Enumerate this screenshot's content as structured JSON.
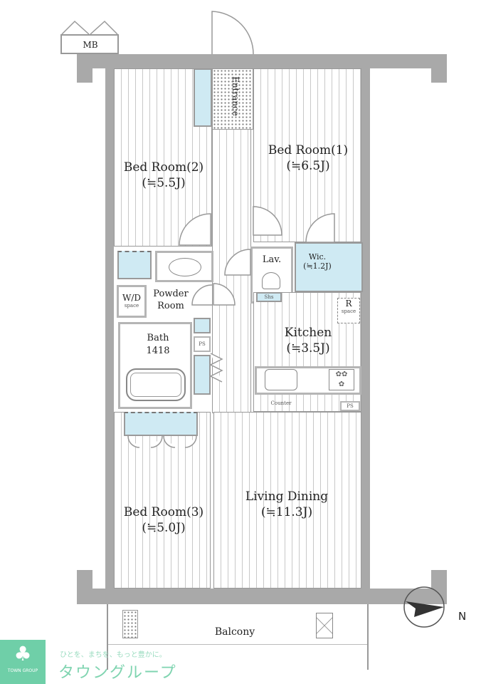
{
  "rooms": {
    "mb": "MB",
    "entrance": "Entrance",
    "bedroom1": {
      "name": "Bed Room(1)",
      "size": "(≒6.5J)"
    },
    "bedroom2": {
      "name": "Bed Room(2)",
      "size": "(≒5.5J)"
    },
    "bedroom3": {
      "name": "Bed Room(3)",
      "size": "(≒5.0J)"
    },
    "lav": "Lav.",
    "wic": {
      "name": "Wic.",
      "size": "(≒1.2J)"
    },
    "wd": {
      "name": "W/D",
      "sub": "space"
    },
    "powder": {
      "line1": "Powder",
      "line2": "Room"
    },
    "bath": {
      "name": "Bath",
      "size": "1418"
    },
    "kitchen": {
      "name": "Kitchen",
      "size": "(≒3.5J)"
    },
    "r_space": {
      "name": "R",
      "sub": "space"
    },
    "counter": "Counter",
    "ps": "PS",
    "shoes": "Shs",
    "living": {
      "name": "Living Dining",
      "size": "(≒11.3J)"
    },
    "balcony": "Balcony"
  },
  "compass": {
    "north": "N"
  },
  "logo": {
    "tagline": "ひとを、まちを、もっと豊かに。",
    "name": "タウングループ",
    "badge": "TOWN GROUP",
    "color": "#6fcfa8"
  }
}
